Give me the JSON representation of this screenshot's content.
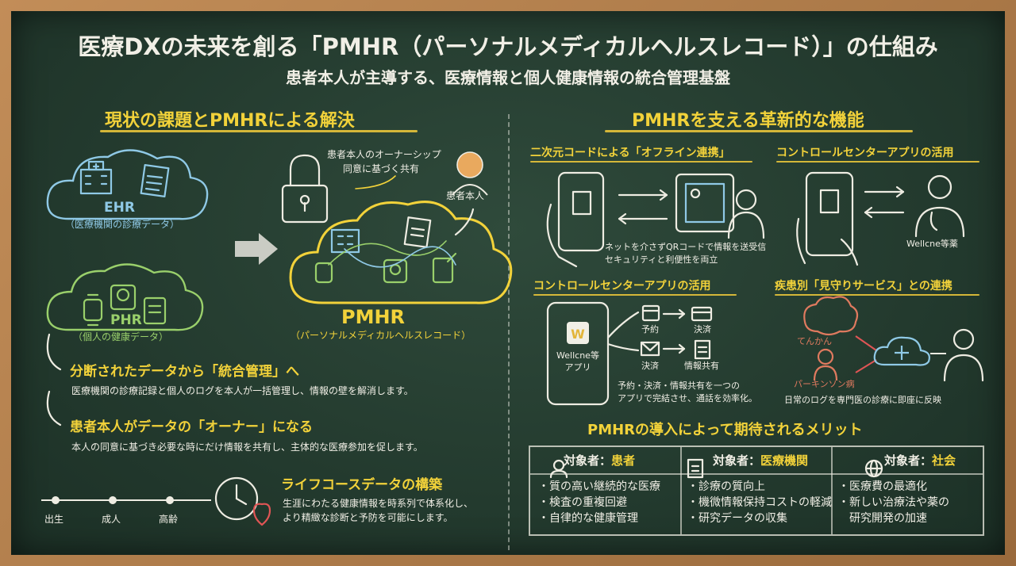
{
  "title": "医療DXの未来を創る「PMHR（パーソナルメディカルヘルスレコード）」の仕組み",
  "subtitle": "患者本人が主導する、医療情報と個人健康情報の統合管理基盤",
  "left": {
    "heading": "現状の課題とPMHRによる解決",
    "ehr": {
      "label": "EHR",
      "desc": "（医療機関の診療データ）"
    },
    "phr": {
      "label": "PHR",
      "desc": "（個人の健康データ）"
    },
    "owner_note_1": "患者本人のオーナーシップ",
    "owner_note_2": "同意に基づく共有",
    "patient_label": "患者本人",
    "pmhr": {
      "label": "PMHR",
      "desc": "（パーソナルメディカルヘルスレコード）"
    },
    "point1": {
      "title": "分断されたデータから「統合管理」へ",
      "desc": "医療機関の診療記録と個人のログを本人が一括管理し、情報の壁を解消します。"
    },
    "point2": {
      "title": "患者本人がデータの「オーナー」になる",
      "desc": "本人の同意に基づき必要な時にだけ情報を共有し、主体的な医療参加を促します。"
    },
    "lifecourse": {
      "title": "ライフコースデータの構築",
      "desc1": "生涯にわたる健康情報を時系列で体系化し、",
      "desc2": "より精緻な診断と予防を可能にします。",
      "stages": [
        "出生",
        "成人",
        "高齢"
      ]
    }
  },
  "right": {
    "heading": "PMHRを支える革新的な機能",
    "f1": {
      "title": "二次元コードによる「オフライン連携」",
      "desc1": "ネットを介さずQRコードで情報を送受信",
      "desc2": "セキュリティと利便性を両立"
    },
    "f2": {
      "title": "コントロールセンターアプリの活用",
      "label": "Wellcne等薬"
    },
    "f3": {
      "title": "コントロールセンターアプリの活用",
      "app1": "Wellcne等",
      "app2": "アプリ",
      "items": [
        "予約",
        "決済",
        "決済",
        "情報共有"
      ],
      "desc1": "予約・決済・情報共有を一つの",
      "desc2": "アプリで完結させ、通話を効率化。"
    },
    "f4": {
      "title": "疾患別「見守りサービス」との連携",
      "d1": "てんかん",
      "d2": "パーキンソン病",
      "desc": "日常のログを専門医の診療に即座に反映"
    },
    "merits": {
      "heading": "PMHRの導入によって期待されるメリット",
      "cols": [
        {
          "prefix": "対象者：",
          "target": "患者",
          "items": [
            "質の高い継続的な医療",
            "検査の重複回避",
            "自律的な健康管理"
          ]
        },
        {
          "prefix": "対象者：",
          "target": "医療機関",
          "items": [
            "診療の質向上",
            "機微情報保持コストの軽減",
            "研究データの収集"
          ]
        },
        {
          "prefix": "対象者：",
          "target": "社会",
          "items": [
            "医療費の最適化",
            "新しい治療法や薬の",
            "研究開発の加速"
          ]
        }
      ]
    }
  },
  "colors": {
    "chalk_yellow": "#f2d23a",
    "chalk_blue": "#8fc9e6",
    "chalk_green": "#9ad06b",
    "board": "#263d31"
  }
}
